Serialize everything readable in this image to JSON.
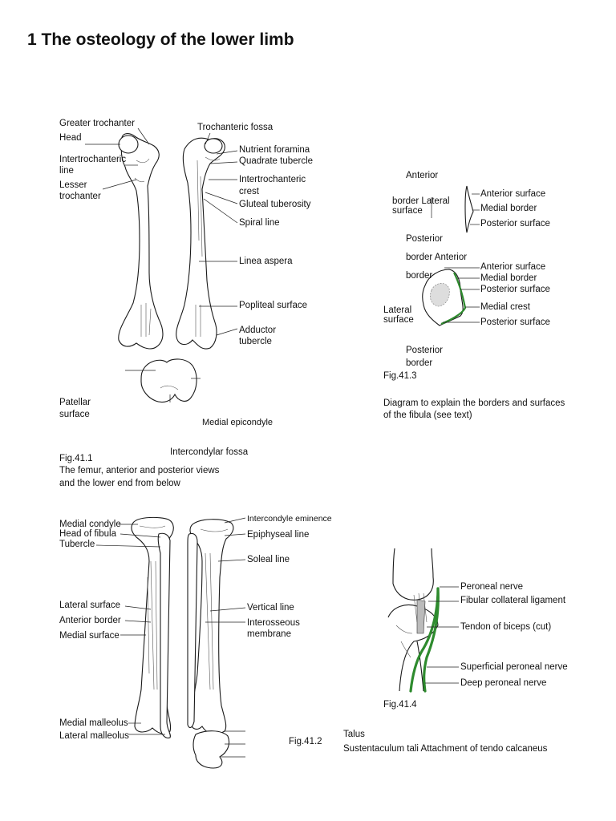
{
  "page": {
    "title": "1   The osteology of the lower limb"
  },
  "fig41_1": {
    "labels": {
      "greater_trochanter": "Greater trochanter",
      "head": "Head",
      "intertrochanteric_line_1": "Intertrochanteric",
      "intertrochanteric_line_2": "line",
      "lesser_trochanter_1": "Lesser",
      "lesser_trochanter_2": "trochanter",
      "trochanteric_fossa": "Trochanteric fossa",
      "nutrient_foramina": "Nutrient foramina",
      "quadrate_tubercle": "Quadrate tubercle",
      "intertrochanteric_crest_1": "Intertrochanteric",
      "intertrochanteric_crest_2": "crest",
      "gluteal_tuberosity": "Gluteal tuberosity",
      "spiral_line": "Spiral line",
      "linea_aspera": "Linea aspera",
      "popliteal_surface": "Popliteal surface",
      "adductor_tubercle_1": "Adductor",
      "adductor_tubercle_2": "tubercle",
      "patellar_surface_1": "Patellar",
      "patellar_surface_2": "surface",
      "medial_epicondyle": "Medial epicondyle",
      "intercondylar_fossa": "Intercondylar fossa"
    },
    "caption": {
      "number": "Fig.41.1",
      "line1": "The femur, anterior and posterior views",
      "line2": "and the lower end from below"
    }
  },
  "fig41_3": {
    "labels": {
      "anterior": "Anterior",
      "border_lateral": "border Lateral",
      "surface": "surface",
      "anterior_surface_1": "Anterior surface",
      "medial_border_1": "Medial border",
      "posterior_surface_1": "Posterior surface",
      "posterior": "Posterior",
      "border_anterior": "border Anterior",
      "border": "border",
      "anterior_surface_2": "Anterior surface",
      "medial_border_2": "Medial border",
      "posterior_surface_2": "Posterior surface",
      "medial_crest": "Medial crest",
      "lateral": "Lateral",
      "lateral_surface": "surface",
      "posterior_surface_3": "Posterior surface",
      "posterior_bottom": "Posterior",
      "border_bottom": "border"
    },
    "caption": {
      "number": "Fig.41.3",
      "line1": "Diagram to explain the borders and surfaces",
      "line2": "of the fibula (see text)"
    }
  },
  "fig41_2": {
    "labels": {
      "medial_condyle": "Medial condyle",
      "head_of_fibula": "Head of fibula",
      "tubercle": "Tubercle",
      "lateral_surface": "Lateral surface",
      "anterior_border": "Anterior border",
      "medial_surface": "Medial surface",
      "medial_malleolus": "Medial malleolus",
      "lateral_malleolus": "Lateral malleolus",
      "intercondyle_eminence": "Intercondyle eminence",
      "epiphyseal_line": "Epiphyseal line",
      "soleal_line": "Soleal line",
      "vertical_line": "Vertical line",
      "interosseous_membrane_1": "Interosseous",
      "interosseous_membrane_2": "membrane",
      "talus": "Talus",
      "sustentaculum": "Sustentaculum tali Attachment of tendo calcaneus"
    },
    "caption": {
      "number": "Fig.41.2"
    }
  },
  "fig41_4": {
    "labels": {
      "peroneal_nerve": "Peroneal nerve",
      "fibular_collateral_ligament": "Fibular collateral ligament",
      "tendon_of_biceps": "Tendon of biceps (cut)",
      "superficial_peroneal_nerve": "Superficial peroneal nerve",
      "deep_peroneal_nerve": "Deep peroneal nerve"
    },
    "caption": {
      "number": "Fig.41.4"
    },
    "colors": {
      "nerve": "#2e8b2e"
    }
  }
}
